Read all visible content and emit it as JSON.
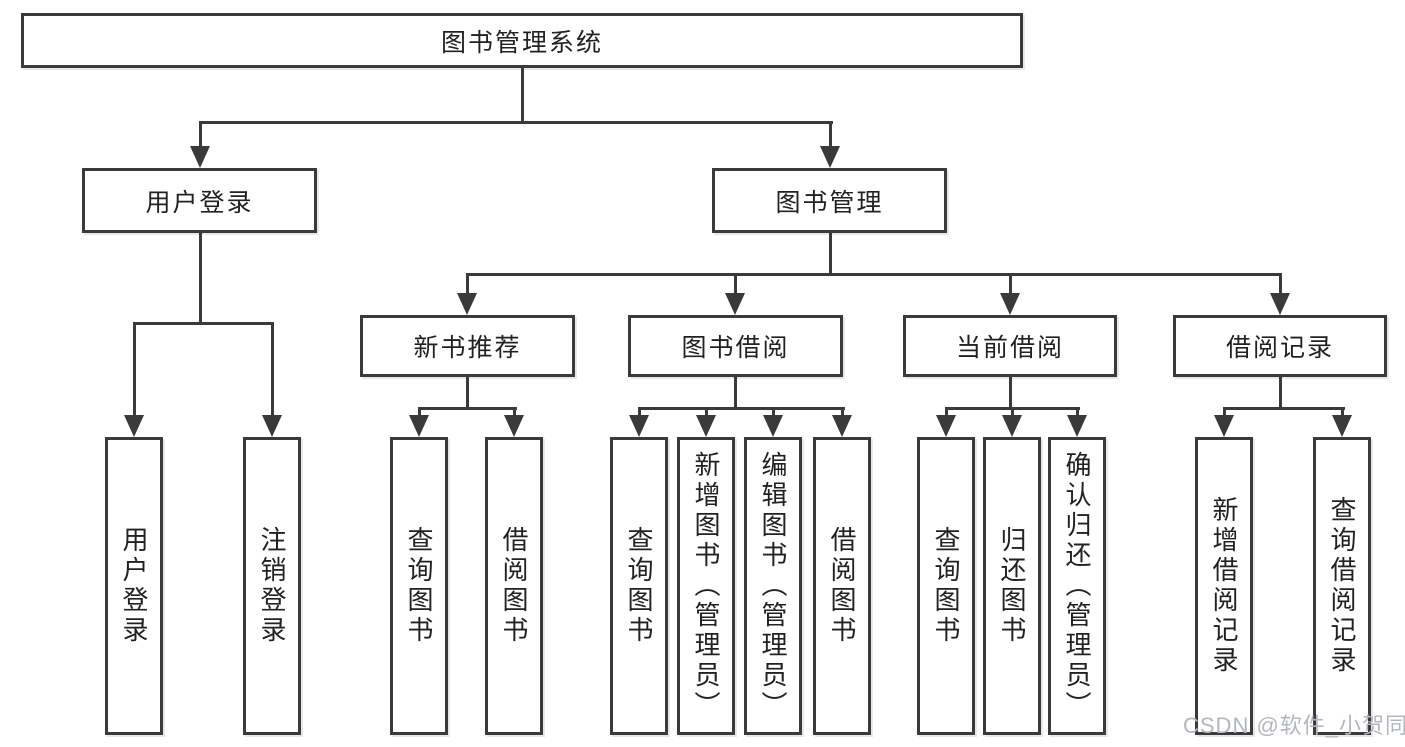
{
  "tree": {
    "root": {
      "label": "图书管理系统"
    },
    "branches": [
      {
        "label": "用户登录",
        "children": [
          {
            "label": "用户登录"
          },
          {
            "label": "注销登录"
          }
        ]
      },
      {
        "label": "图书管理",
        "children": [
          {
            "label": "新书推荐",
            "children": [
              {
                "label": "查询图书"
              },
              {
                "label": "借阅图书"
              }
            ]
          },
          {
            "label": "图书借阅",
            "children": [
              {
                "label": "查询图书"
              },
              {
                "label": "新增图书（管理员）"
              },
              {
                "label": "编辑图书（管理员）"
              },
              {
                "label": "借阅图书"
              }
            ]
          },
          {
            "label": "当前借阅",
            "children": [
              {
                "label": "查询图书"
              },
              {
                "label": "归还图书"
              },
              {
                "label": "确认归还（管理员）"
              }
            ]
          },
          {
            "label": "借阅记录",
            "children": [
              {
                "label": "新增借阅记录"
              },
              {
                "label": "查询借阅记录"
              }
            ]
          }
        ]
      }
    ]
  },
  "watermark": "CSDN @软件_小贺同学",
  "colors": {
    "line": "#3a3a3a",
    "box_background": "#ffffff",
    "text": "#222222",
    "watermark": "#b3b7bd"
  }
}
